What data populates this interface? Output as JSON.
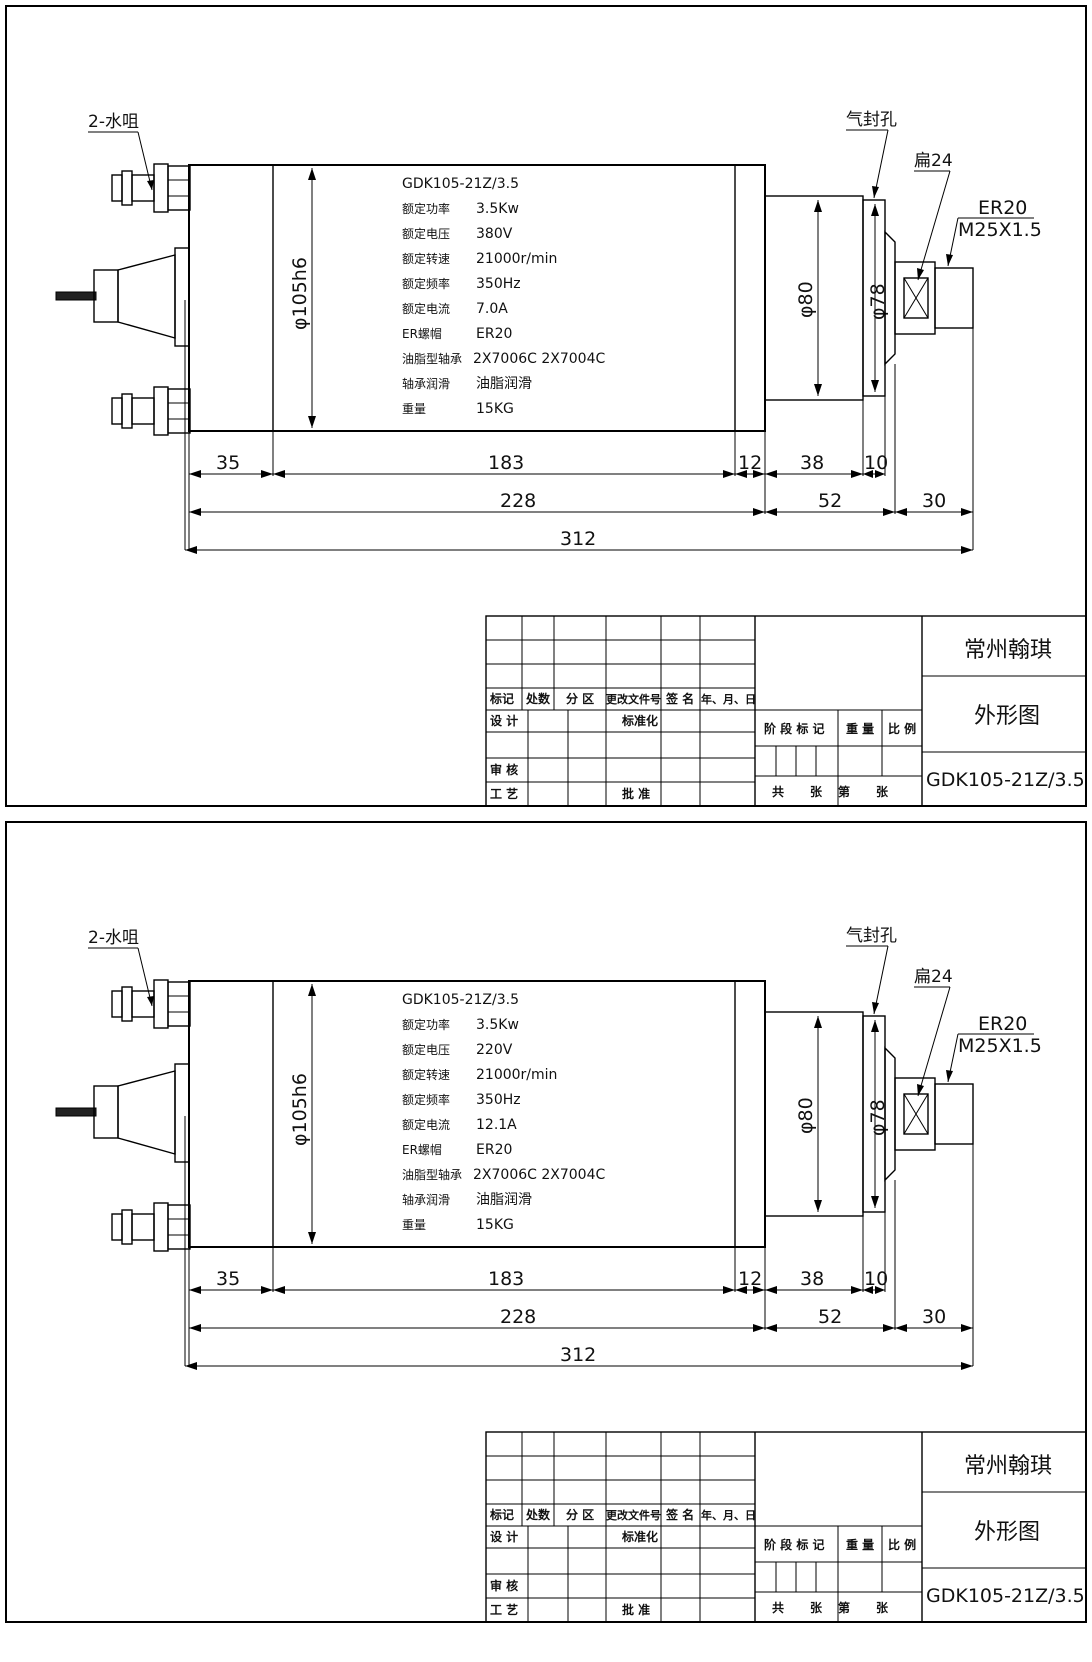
{
  "drawings": [
    {
      "model": "GDK105-21Z/3.5",
      "specs": [
        {
          "k": "额定功率",
          "v": "3.5Kw"
        },
        {
          "k": "额定电压",
          "v": "380V"
        },
        {
          "k": "额定转速",
          "v": "21000r/min"
        },
        {
          "k": "额定频率",
          "v": "350Hz"
        },
        {
          "k": "额定电流",
          "v": "7.0A"
        },
        {
          "k": "ER螺帽",
          "v": "ER20"
        },
        {
          "k": "油脂型轴承",
          "v": "2X7006C 2X7004C"
        },
        {
          "k": "轴承润滑",
          "v": "油脂润滑"
        },
        {
          "k": "重量",
          "v": "15KG"
        }
      ]
    },
    {
      "model": "GDK105-21Z/3.5",
      "specs": [
        {
          "k": "额定功率",
          "v": "3.5Kw"
        },
        {
          "k": "额定电压",
          "v": "220V"
        },
        {
          "k": "额定转速",
          "v": "21000r/min"
        },
        {
          "k": "额定频率",
          "v": "350Hz"
        },
        {
          "k": "额定电流",
          "v": "12.1A"
        },
        {
          "k": "ER螺帽",
          "v": "ER20"
        },
        {
          "k": "油脂型轴承",
          "v": "2X7006C 2X7004C"
        },
        {
          "k": "轴承润滑",
          "v": "油脂润滑"
        },
        {
          "k": "重量",
          "v": "15KG"
        }
      ]
    }
  ],
  "labels": {
    "water_nozzle": "2-水咀",
    "air_seal": "气封孔",
    "flat": "扁24",
    "er": "ER20",
    "thread": "M25X1.5",
    "dia_body": "φ105h6",
    "dia_80": "φ80",
    "dia_78": "φ78"
  },
  "dims": {
    "d35": "35",
    "d183": "183",
    "d12": "12",
    "d38": "38",
    "d10": "10",
    "d228": "228",
    "d52": "52",
    "d30": "30",
    "d312": "312"
  },
  "title_block": {
    "company": "常州翰琪",
    "drawing_name": "外形图",
    "drawing_no": "GDK105-21Z/3.5",
    "h_mark": "标记",
    "h_count": "处数",
    "h_zone": "分 区",
    "h_change": "更改文件号",
    "h_sign": "签 名",
    "h_date": "年、月、日",
    "design": "设 计",
    "standard": "标准化",
    "review": "审 核",
    "process": "工 艺",
    "approve": "批 准",
    "stage": "阶 段 标 记",
    "weight": "重 量",
    "scale": "比 例",
    "total": "共",
    "sheets": "张",
    "no": "第",
    "sheet2": "张"
  }
}
